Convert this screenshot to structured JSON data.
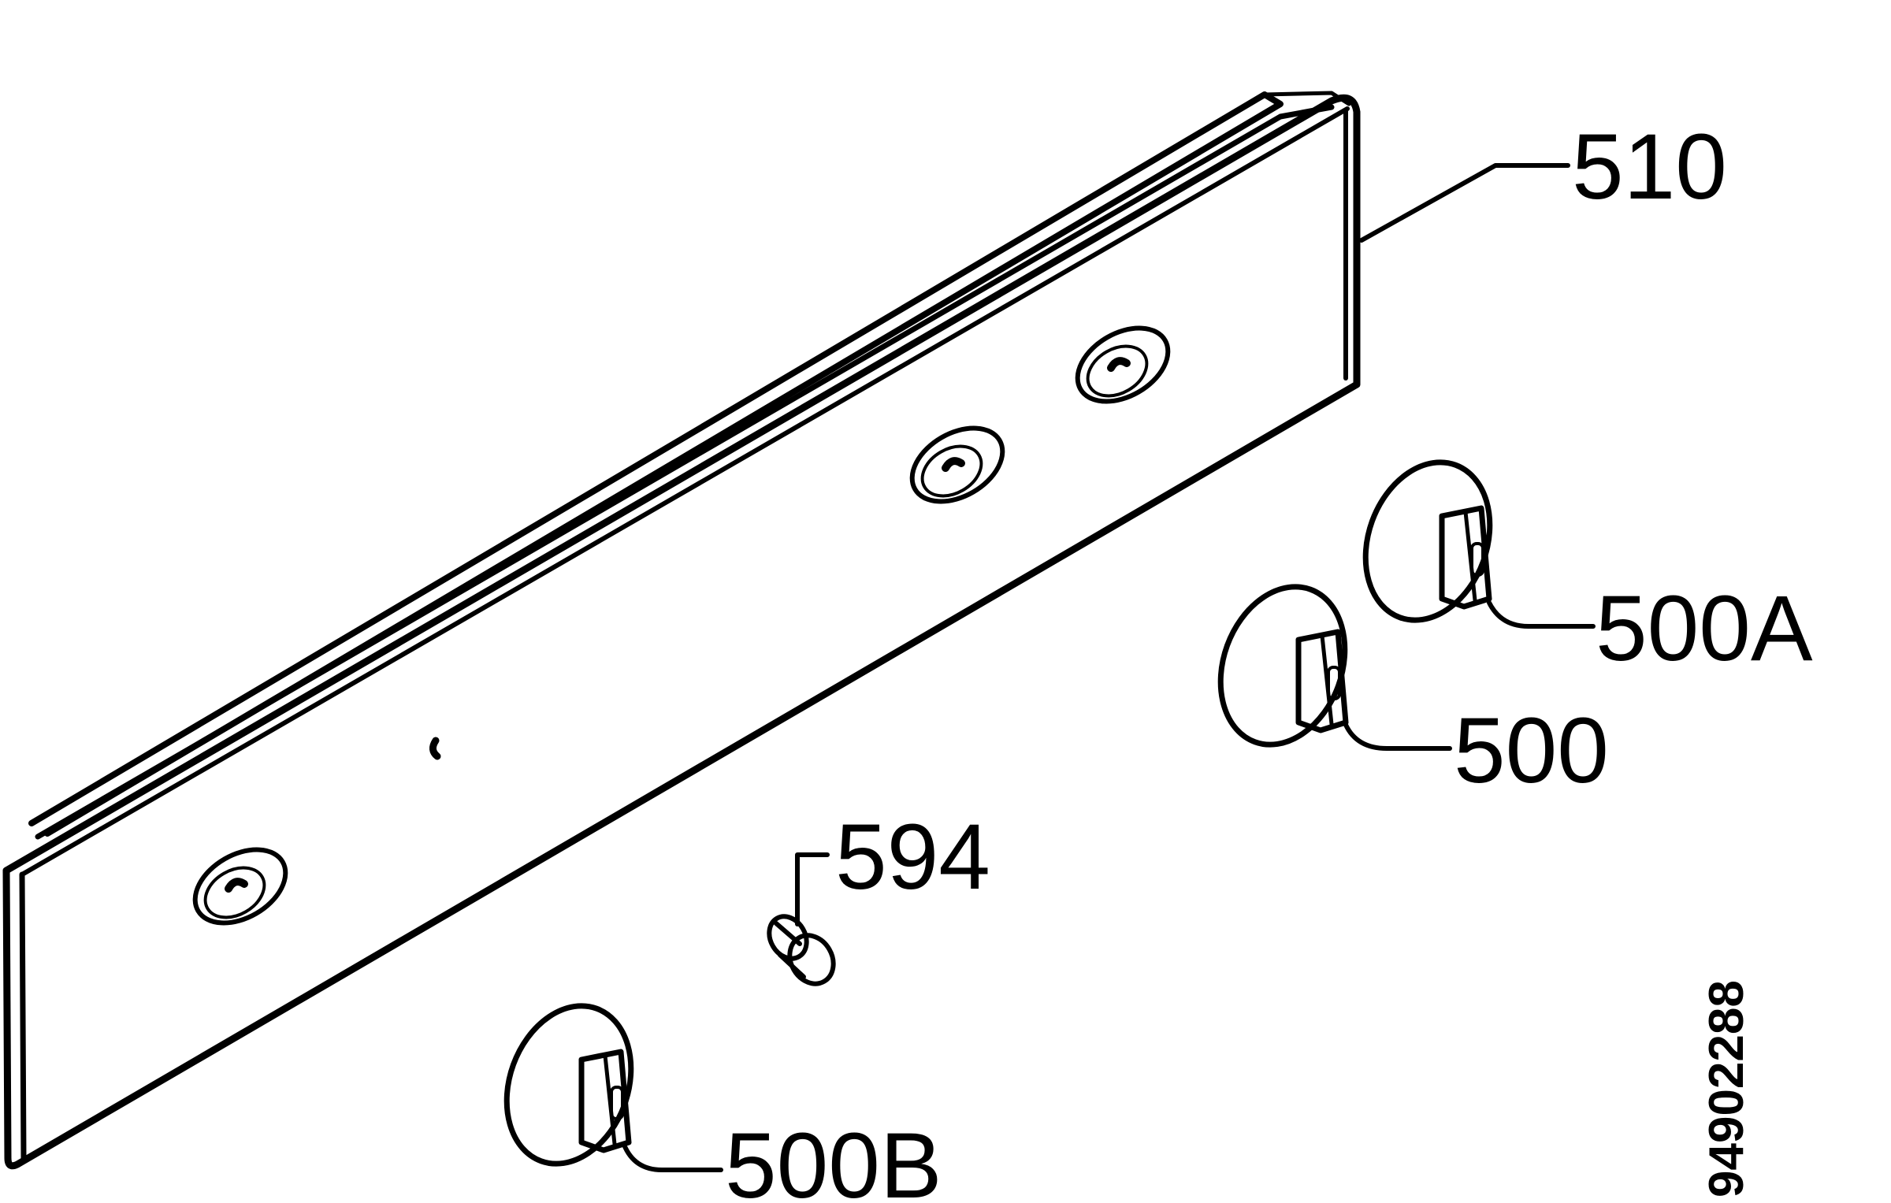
{
  "diagram": {
    "labels": {
      "panel": "510",
      "knob_upper": "500A",
      "knob_middle": "500",
      "knob_lower": "500B",
      "screw": "594"
    },
    "drawing_number": "94902288"
  }
}
